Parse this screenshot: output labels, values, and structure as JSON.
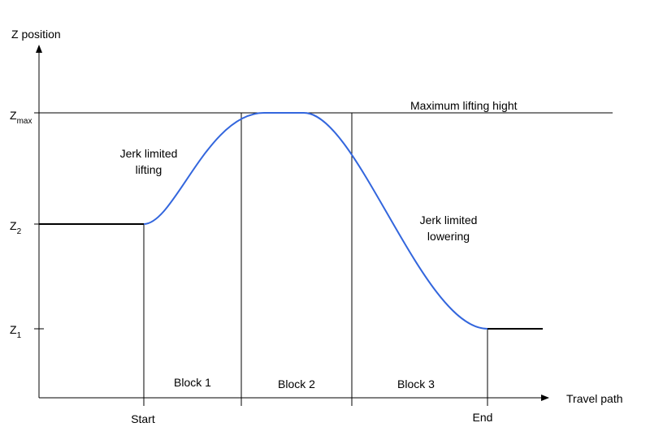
{
  "axes": {
    "y_label": "Z position",
    "x_label": "Travel path",
    "z_max_base": "Z",
    "z_max_sub": "max",
    "z2_base": "Z",
    "z2_sub": "2",
    "z1_base": "Z",
    "z1_sub": "1"
  },
  "annotations": {
    "max_line": "Maximum lifting hight",
    "lift_line1": "Jerk limited",
    "lift_line2": "lifting",
    "lower_line1": "Jerk limited",
    "lower_line2": "lowering"
  },
  "blocks": [
    "Block 1",
    "Block 2",
    "Block 3"
  ],
  "markers": {
    "start": "Start",
    "end": "End"
  },
  "colors": {
    "curve": "#3366dd",
    "lines": "#000000"
  }
}
